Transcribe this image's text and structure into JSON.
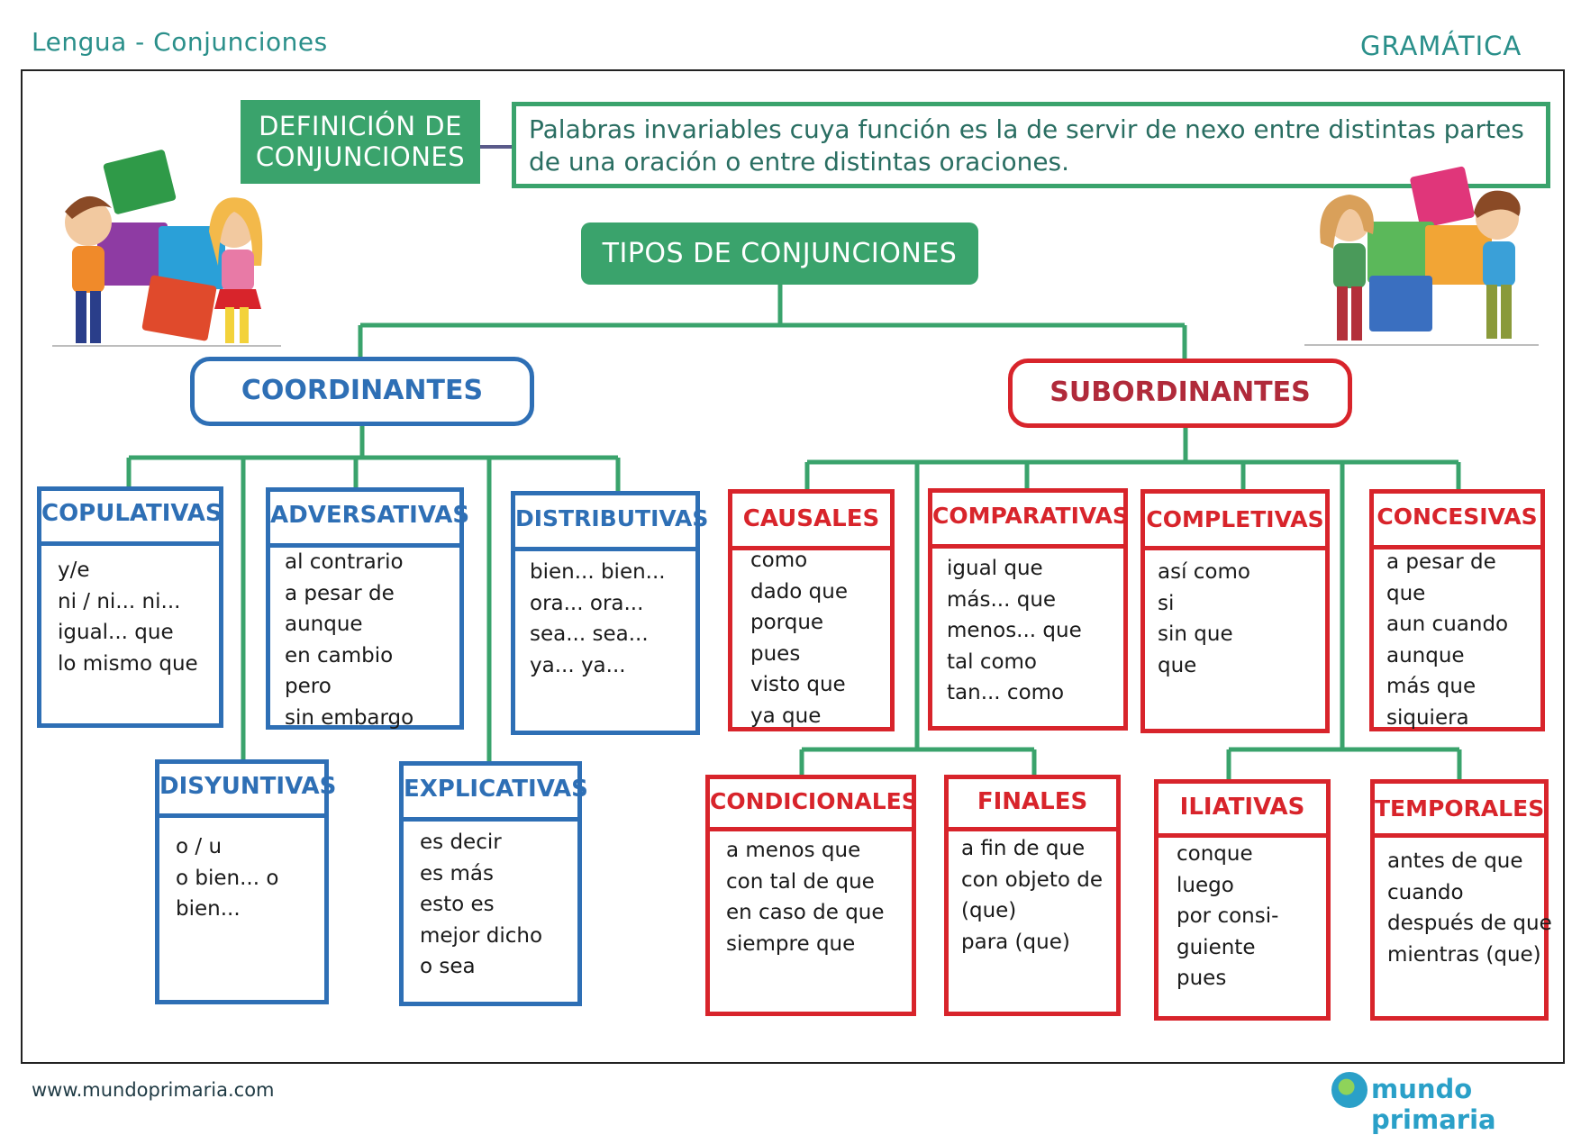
{
  "header": {
    "subject": "Lengua - Conjunciones",
    "section": "GRAMÁTICA"
  },
  "footer": {
    "url": "www.mundoprimaria.com",
    "brand": "mundo primaria"
  },
  "definition": {
    "label_line1": "DEFINICIÓN DE",
    "label_line2": "CONJUNCIONES",
    "text_line1": "Palabras invariables cuya función es la de servir de nexo entre distintas partes",
    "text_line2": "de una oración o entre distintas oraciones."
  },
  "root": "TIPOS DE CONJUNCIONES",
  "coordinantes": {
    "label": "COORDINANTES",
    "groups": [
      {
        "title": "COPULATIVAS",
        "items": [
          "y/e",
          "ni / ni... ni...",
          "igual... que",
          "lo mismo que"
        ]
      },
      {
        "title": "ADVERSATIVAS",
        "items": [
          "al contrario",
          "a pesar de",
          "aunque",
          "en cambio",
          "pero",
          "sin embargo"
        ]
      },
      {
        "title": "DISTRIBUTIVAS",
        "items": [
          "bien... bien...",
          "ora... ora...",
          "sea... sea...",
          "ya... ya..."
        ]
      },
      {
        "title": "DISYUNTIVAS",
        "items": [
          "o / u",
          "o bien... o",
          "bien..."
        ]
      },
      {
        "title": "EXPLICATIVAS",
        "items": [
          "es decir",
          "es más",
          "esto es",
          "mejor dicho",
          "o sea"
        ]
      }
    ]
  },
  "subordinantes": {
    "label": "SUBORDINANTES",
    "groups": [
      {
        "title": "CAUSALES",
        "items": [
          "como",
          "dado que",
          "porque",
          "pues",
          "visto que",
          "ya que"
        ]
      },
      {
        "title": "COMPARATIVAS",
        "items": [
          "igual que",
          "más... que",
          "menos... que",
          "tal como",
          "tan... como"
        ]
      },
      {
        "title": "COMPLETIVAS",
        "items": [
          "así como",
          "si",
          "sin que",
          "que"
        ]
      },
      {
        "title": "CONCESIVAS",
        "items": [
          "a pesar de",
          "que",
          "aun cuando",
          "aunque",
          "más que",
          "siquiera"
        ]
      },
      {
        "title": "CONDICIONALES",
        "items": [
          "a menos que",
          "con tal de que",
          "en caso de que",
          "siempre que"
        ]
      },
      {
        "title": "FINALES",
        "items": [
          "a fin de que",
          "con objeto de",
          "(que)",
          "para (que)"
        ]
      },
      {
        "title": "ILIATIVAS",
        "items": [
          "conque",
          "luego",
          "por consi-",
          "guiente",
          "pues"
        ]
      },
      {
        "title": "TEMPORALES",
        "items": [
          "antes de que",
          "cuando",
          "después de que",
          "mientras (que)"
        ]
      }
    ]
  },
  "colors": {
    "green": "#3aa36c",
    "blue": "#2e6fb5",
    "red": "#d8242b",
    "teal": "#2a8f8a"
  }
}
